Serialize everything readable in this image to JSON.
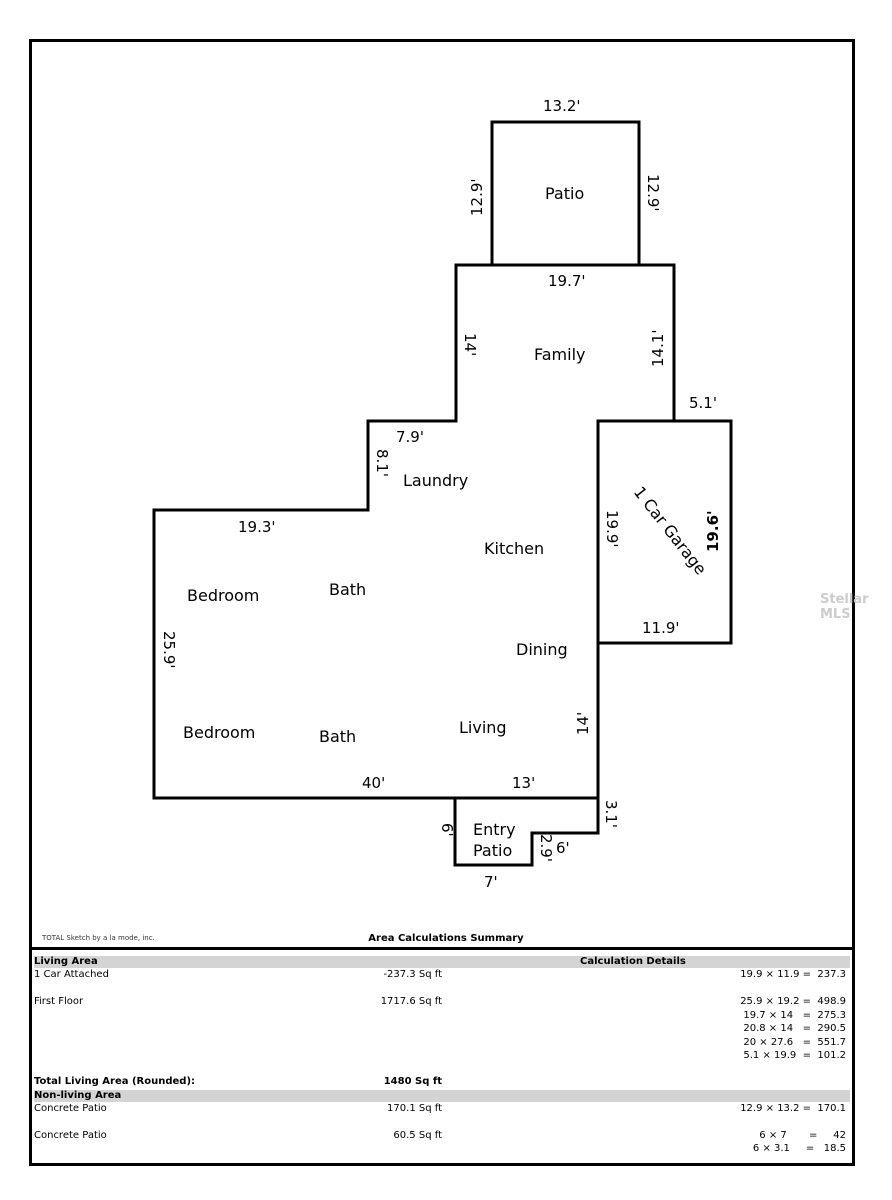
{
  "sketch": {
    "rooms": [
      "Patio",
      "Family",
      "Laundry",
      "Kitchen",
      "Bedroom",
      "Bath",
      "Dining",
      "Bedroom",
      "Bath",
      "Living",
      "Entry",
      "Patio",
      "1 Car Garage"
    ],
    "dims": [
      "13.2'",
      "12.9'",
      "12.9'",
      "19.7'",
      "14'",
      "14.1'",
      "5.1'",
      "7.9'",
      "8.1'",
      "19.3'",
      "19.9'",
      "19.6'",
      "11.9'",
      "25.9'",
      "14'",
      "40'",
      "13'",
      "3.1'",
      "6'",
      "2.9'",
      "6'",
      "7'"
    ],
    "watermark": "Stellar MLS"
  },
  "credit": "TOTAL Sketch by a la mode, inc.",
  "summary": {
    "title": "Area Calculations Summary",
    "living_header": "Living Area",
    "details_header": "Calculation Details",
    "rows": [
      {
        "name": "1 Car Attached",
        "area": "-237.3 Sq ft",
        "calc": [
          "19.9 × 11.9 =  237.3"
        ]
      },
      {
        "name": "First Floor",
        "area": "1717.6 Sq ft",
        "calc": [
          "25.9 × 19.2 =  498.9",
          "19.7 × 14   =  275.3",
          "20.8 × 14   =  290.5",
          "20 × 27.6   =  551.7",
          "5.1 × 19.9  =  101.2"
        ]
      }
    ],
    "total_label": "Total Living Area (Rounded):",
    "total_value": "1480 Sq ft",
    "nonliving_header": "Non-living Area",
    "nonliving_rows": [
      {
        "name": "Concrete Patio",
        "area": "170.1 Sq ft",
        "calc": [
          "12.9 × 13.2 =  170.1"
        ]
      },
      {
        "name": "Concrete Patio",
        "area": "60.5 Sq ft",
        "calc": [
          "6 × 7       =     42",
          "6 × 3.1     =   18.5"
        ]
      }
    ]
  }
}
